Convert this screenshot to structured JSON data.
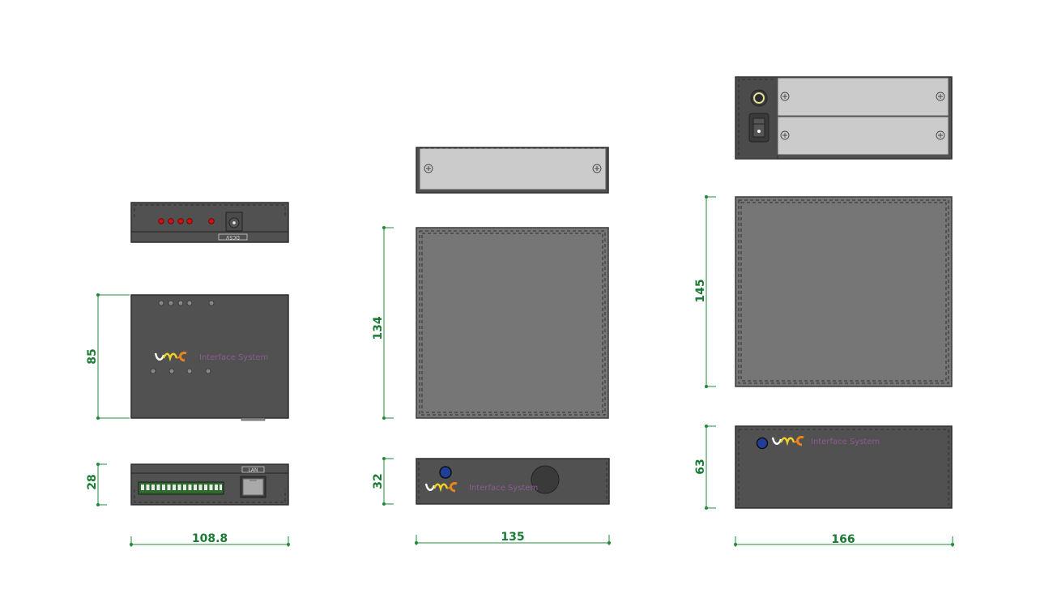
{
  "dimensions": {
    "width_small": "108.8",
    "width_medium": "135",
    "width_large": "166",
    "height_small_top": "85",
    "height_small_side": "28",
    "height_medium_top": "134",
    "height_medium_side": "32",
    "height_large_top": "145",
    "height_large_side": "63"
  },
  "labels": {
    "power_label": "DC5V",
    "lan_label": "LAN",
    "logo_text": "Interface System",
    "logo_mark": "umc"
  },
  "colors": {
    "dimension": "#1f8a3a",
    "enclosure": "#505150",
    "panel": "#cbcbcb",
    "led": "#d01010",
    "button": "#1f3f9a"
  }
}
